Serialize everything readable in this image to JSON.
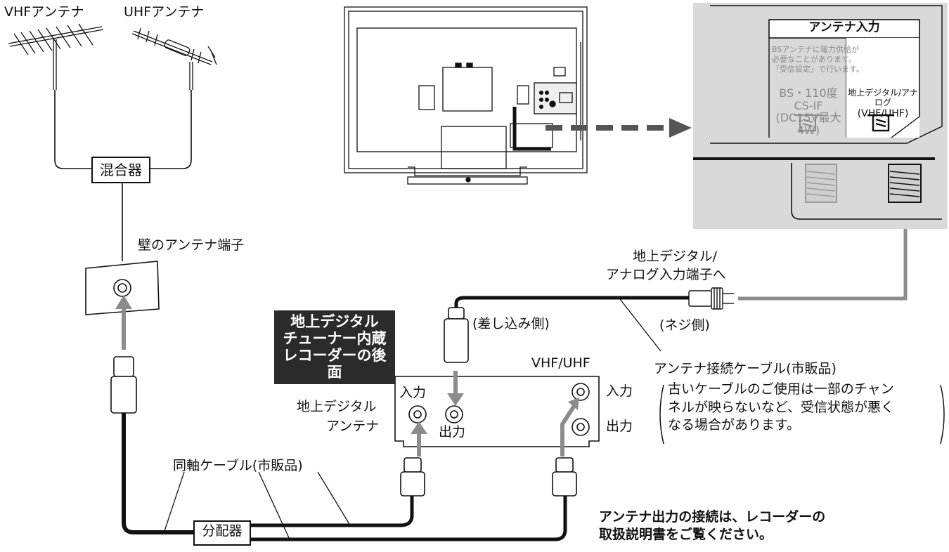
{
  "antennas": {
    "vhf_label": "VHFアンテナ",
    "uhf_label": "UHFアンテナ"
  },
  "mixer_label": "混合器",
  "wall_terminal_label": "壁のアンテナ端子",
  "splitter_label": "分配器",
  "coax_cable_label": "同軸ケーブル(市販品)",
  "recorder": {
    "badge_lines": [
      "地上デジタル",
      "チューナー内蔵",
      "レコーダーの後面"
    ],
    "digital_in_label": "入力",
    "digital_out_label": "出力",
    "digital_antenna_label_1": "地上デジタル",
    "digital_antenna_label_2": "アンテナ",
    "vhf_uhf_label": "VHF/UHF",
    "vu_in_label": "入力",
    "vu_out_label": "出力"
  },
  "antenna_cable": {
    "plug_side_label": "(差し込み側)",
    "screw_side_label": "(ネジ側)",
    "target_terminal_label_1": "地上デジタル/",
    "target_terminal_label_2": "アナログ入力端子へ",
    "cable_label": "アンテナ接続ケーブル(市販品)",
    "caution_lines": [
      "古いケーブルのご使用は一部のチャン",
      "ネルが映らないなど、受信状態が悪く",
      "なる場合があります。"
    ]
  },
  "tv_panel": {
    "title": "アンテナ入力",
    "bs_note_lines": [
      "BSアンテナに電力供給が",
      "必要なことがあります。",
      "「受信設定」で行います。"
    ],
    "bs_port_line_1": "BS・110度CS-IF",
    "bs_port_line_2": "(DC15V最大4W)",
    "terr_port_line_1": "地上デジタル/アナログ",
    "terr_port_line_2": "(VHF/UHF)"
  },
  "bottom_note_lines": [
    "アンテナ出力の接続は、レコーダーの",
    "取扱説明書をご覧ください。"
  ],
  "colors": {
    "line": "#111111",
    "arrow_gray": "#8c8c8c",
    "panel_bg": "#d9d9d9",
    "badge_bg": "#2b2b2b"
  }
}
